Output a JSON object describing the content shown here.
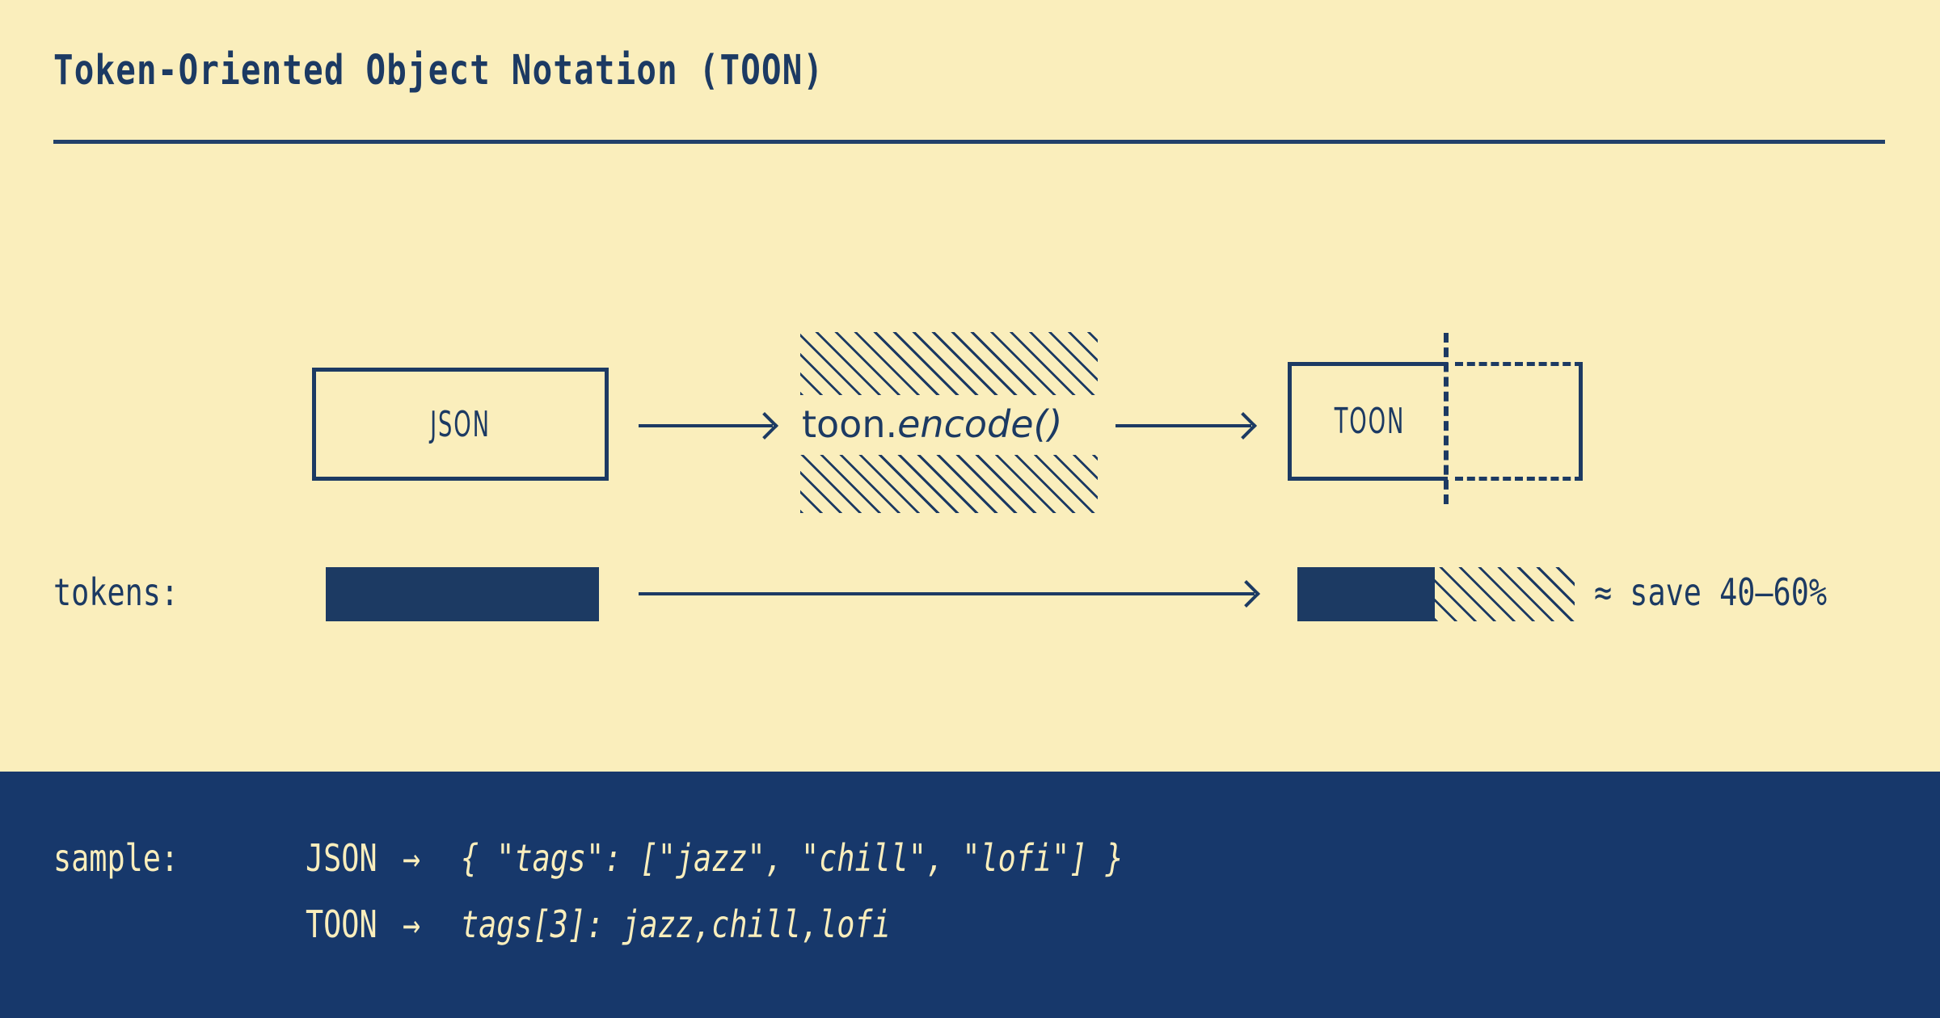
{
  "page": {
    "title": "Token-Oriented Object Notation (TOON)",
    "bg_color": "#faeebc",
    "ink_color": "#1c3a63",
    "panel_color": "#17386b"
  },
  "pipeline": {
    "source_label": "JSON",
    "transform_label_plain": "toon.",
    "transform_label_italic": "encode()",
    "target_label": "TOON",
    "arrow_glyph": "→"
  },
  "tokens": {
    "label": "tokens:",
    "savings_note": "≈ save 40–60%",
    "json_bar_units": 100,
    "toon_solid_units": 50,
    "toon_hatch_units": 50
  },
  "sample": {
    "label": "sample:",
    "rows": [
      {
        "format": "JSON",
        "arrow": "→",
        "code": "{ \"tags\": [\"jazz\", \"chill\", \"lofi\"] }"
      },
      {
        "format": "TOON",
        "arrow": "→",
        "code": "tags[3]: jazz,chill,lofi"
      }
    ]
  }
}
